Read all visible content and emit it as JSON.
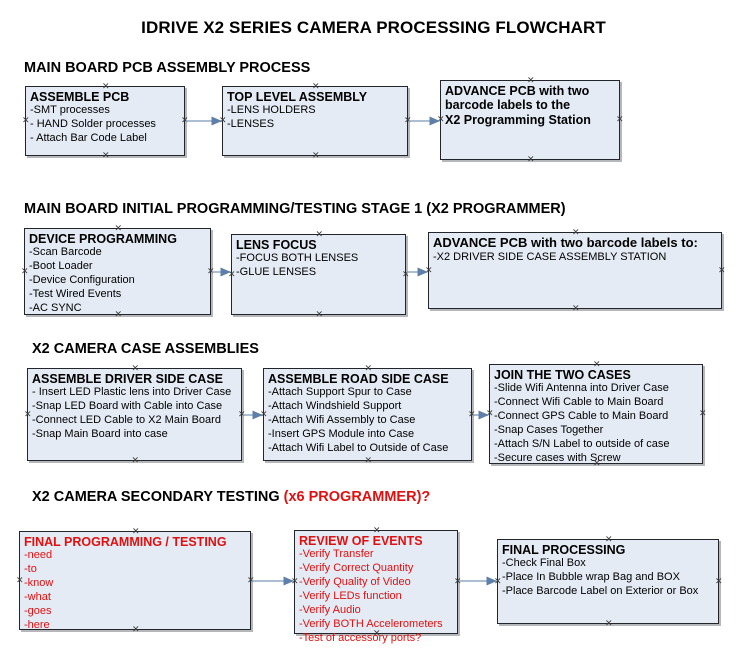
{
  "title": "IDRIVE X2  SERIES CAMERA PROCESSING FLOWCHART",
  "colors": {
    "box_fill": "#e4ebf5",
    "box_border": "#22262b",
    "accent_red": "#e01010",
    "connector": "#7795b5",
    "text": "#000000"
  },
  "sections": [
    {
      "id": "main-board-pcb-assembly",
      "heading": "MAIN BOARD PCB ASSEMBLY PROCESS",
      "heading_accent": "",
      "boxes": [
        {
          "id": "assemble-pcb",
          "title": "ASSEMBLE PCB",
          "lines": [
            "-SMT processes",
            "- HAND Solder processes",
            "- Attach Bar Code Label"
          ],
          "color": "black"
        },
        {
          "id": "top-level-assembly",
          "title": "TOP LEVEL ASSEMBLY",
          "lines": [
            "-LENS HOLDERS",
            "-LENSES"
          ],
          "color": "black"
        },
        {
          "id": "advance-pcb-to-x2-programming-station",
          "title": "ADVANCE PCB with two",
          "lines": [
            "barcode labels to the",
            " X2 Programming Station"
          ],
          "color": "black"
        }
      ]
    },
    {
      "id": "main-board-initial-programming",
      "heading": "MAIN BOARD INITIAL PROGRAMMING/TESTING STAGE 1 (X2 PROGRAMMER)",
      "heading_accent": "",
      "boxes": [
        {
          "id": "device-programming",
          "title": "DEVICE PROGRAMMING",
          "lines": [
            "-Scan Barcode",
            "-Boot Loader",
            "-Device Configuration",
            "-Test Wired Events",
            "-AC SYNC"
          ],
          "color": "black"
        },
        {
          "id": "lens-focus",
          "title": "LENS FOCUS",
          "lines": [
            "-FOCUS BOTH LENSES",
            "-GLUE LENSES"
          ],
          "color": "black"
        },
        {
          "id": "advance-pcb-to-driver-side-case-assembly",
          "title": "ADVANCE PCB with two barcode labels to:",
          "lines": [
            "-X2 DRIVER  SIDE  CASE  ASSEMBLY STATION"
          ],
          "color": "black"
        }
      ]
    },
    {
      "id": "x2-camera-case-assemblies",
      "heading": "X2 CAMERA CASE ASSEMBLIES",
      "heading_accent": "",
      "boxes": [
        {
          "id": "assemble-driver-side-case",
          "title": "ASSEMBLE DRIVER SIDE CASE",
          "lines": [
            "- Insert LED Plastic lens into Driver Case",
            "-Snap LED Board with Cable into Case",
            "-Connect LED Cable to X2 Main Board",
            "-Snap Main Board into case"
          ],
          "color": "black"
        },
        {
          "id": "assemble-road-side-case",
          "title": "ASSEMBLE ROAD SIDE CASE",
          "lines": [
            "-Attach Support Spur to Case",
            "-Attach Windshield Support",
            "-Attach Wifi Assembly to Case",
            "-Insert GPS Module into Case",
            "-Attach Wifi Label to Outside of Case"
          ],
          "color": "black"
        },
        {
          "id": "join-the-two-cases",
          "title": "JOIN THE TWO CASES",
          "lines": [
            "-Slide Wifi Antenna into Driver Case",
            "-Connect Wifi Cable to Main Board",
            "-Connect GPS Cable to Main Board",
            "-Snap Cases Together",
            "-Attach S/N Label to outside of case",
            "-Secure cases with Screw"
          ],
          "color": "black"
        }
      ]
    },
    {
      "id": "x2-camera-secondary-testing",
      "heading": "X2 CAMERA SECONDARY TESTING ",
      "heading_accent": "(x6 PROGRAMMER)?",
      "boxes": [
        {
          "id": "final-programming-testing",
          "title": "FINAL PROGRAMMING / TESTING",
          "lines": [
            "-need",
            "-to",
            "-know",
            "-what",
            "-goes",
            "-here"
          ],
          "color": "red"
        },
        {
          "id": "review-of-events",
          "title": "REVIEW OF EVENTS",
          "lines": [
            "-Verify Transfer",
            "-Verify Correct Quantity",
            "-Verify Quality of Video",
            "-Verify LEDs function",
            "-Verify Audio",
            "-Verify BOTH Accelerometers",
            "-Test of accessory ports?"
          ],
          "color": "red"
        },
        {
          "id": "final-processing",
          "title": "FINAL PROCESSING",
          "lines": [
            " -Check Final Box",
            "-Place In Bubble wrap Bag and BOX",
            "-Place Barcode Label on Exterior or Box"
          ],
          "color": "black"
        }
      ]
    }
  ]
}
